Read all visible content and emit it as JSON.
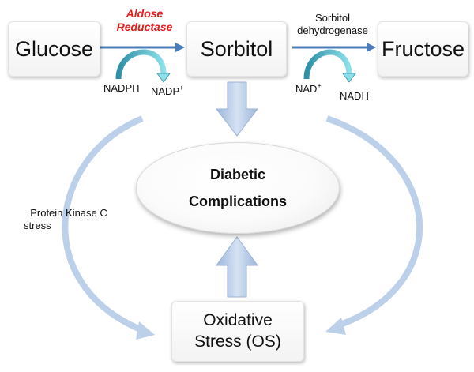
{
  "nodes": {
    "glucose": "Glucose",
    "sorbitol": "Sorbitol",
    "fructose": "Fructose",
    "complications_line1": "Diabetic",
    "complications_line2": "Complications",
    "os_line1": "Oxidative",
    "os_line2": "Stress (OS)"
  },
  "enzymes": {
    "aldose_line1": "Aldose",
    "aldose_line2": "Reductase",
    "sdh_line1": "Sorbitol",
    "sdh_line2": "dehydrogenase"
  },
  "cofactors": {
    "nadph": "NADPH",
    "nadp_base": "NADP",
    "nadp_sup": "+",
    "nad_base": "NAD",
    "nad_sup": "+",
    "nadh": "NADH"
  },
  "side_label": {
    "line1": "Protein Kinase C",
    "line2": "stress"
  },
  "colors": {
    "arrow_blue": "#4a7ebb",
    "curved_cofactor": "#5ec6d6",
    "big_arrow": "#b7cbe6",
    "enzyme_red": "#e41b1b"
  }
}
